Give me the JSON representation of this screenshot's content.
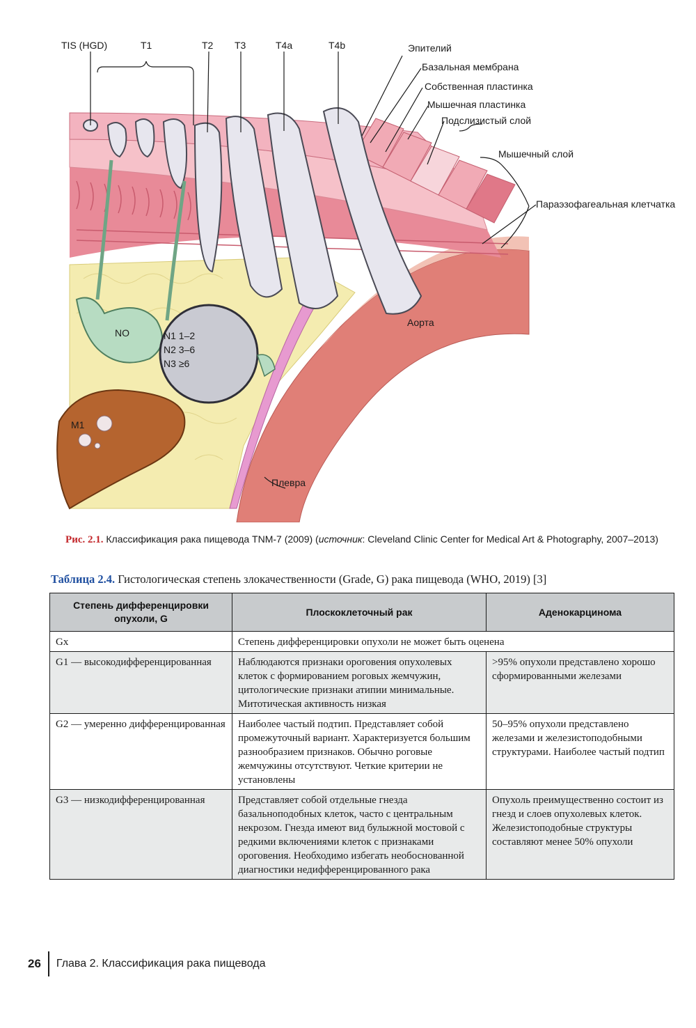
{
  "figure": {
    "stage_labels": [
      "TIS (HGD)",
      "T1",
      "T2",
      "T3",
      "T4a",
      "T4b"
    ],
    "layer_labels": [
      "Эпителий",
      "Базальная мембрана",
      "Собственная пластинка",
      "Мышечная пластинка",
      "Подслизистый слой",
      "Мышечный слой",
      "Параэзофагеальная клетчатка"
    ],
    "node_zero": "NO",
    "node_lines": [
      "N1 1–2",
      "N2 3–6",
      "N3 ≥6"
    ],
    "metastasis": "M1",
    "aorta": "Аорта",
    "pleura": "Плевра",
    "colors": {
      "epithelium": "#f3b3bf",
      "muscle": "#e88a98",
      "fat": "#f4ecb0",
      "aorta": "#e07f77",
      "liver": "#b5642f",
      "node_zero": "#b7dcc2",
      "node_main": "#c9cad2",
      "tumor": "#e7e6ee"
    }
  },
  "caption": {
    "number": "Рис. 2.1.",
    "text": "Классификация рака пищевода TNM-7 (2009) (",
    "source_label": "источник",
    "source_text": ": Cleveland Clinic Center for Medical Art & Photography, 2007–2013)"
  },
  "table": {
    "number": "Таблица 2.4.",
    "title": "Гистологическая степень злокачественности (Grade, G) рака пищевода (WHO, 2019) [3]",
    "headers": [
      "Степень дифференцировки опухоли, G",
      "Плоскоклеточный рак",
      "Аденокарцинома"
    ],
    "rows": [
      {
        "grade": "Gx",
        "merged": "Степень дифференцировки опухоли не может быть оценена"
      },
      {
        "grade": "G1 — высокодифференцированная",
        "squamous": "Наблюдаются признаки ороговения опухолевых клеток с формированием роговых жемчужин, цитологические признаки атипии минимальные. Митотическая активность низкая",
        "adeno": ">95% опухоли представлено хорошо сформированными железами"
      },
      {
        "grade": "G2 — умеренно дифференцированная",
        "squamous": "Наиболее частый подтип. Представляет собой промежуточный вариант. Характеризуется большим разнообразием признаков. Обычно роговые жемчужины отсутствуют. Четкие критерии не установлены",
        "adeno": "50–95% опухоли представлено железами и железистоподобными структурами. Наиболее частый подтип"
      },
      {
        "grade": "G3 — низкодифференцированная",
        "squamous": "Представляет собой отдельные гнезда базальноподобных клеток, часто с центральным некрозом. Гнезда имеют вид булыжной мостовой с редкими включениями клеток с признаками ороговения. Необходимо избегать необоснованной диагностики недифференцированного рака",
        "adeno": "Опухоль преимущественно состоит из гнезд и слоев опухолевых клеток. Железистоподобные структуры составляют менее 50% опухоли"
      }
    ]
  },
  "footer": {
    "page_number": "26",
    "chapter": "Глава 2. Классификация рака пищевода"
  }
}
